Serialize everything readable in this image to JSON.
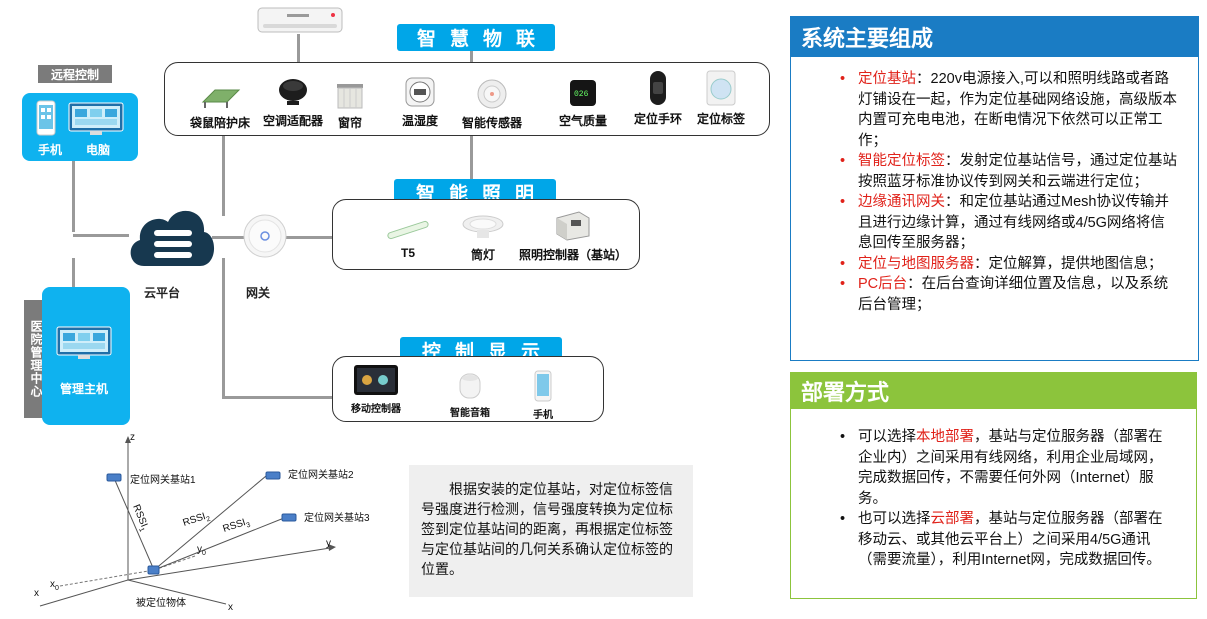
{
  "banners": {
    "smart_iot": "智慧物联",
    "smart_lighting": "智能照明",
    "control_display": "控制显示"
  },
  "remote": {
    "tag": "远程控制",
    "phone": "手机",
    "pc": "电脑"
  },
  "hospital": {
    "tag": "医院管理中心",
    "host": "管理主机"
  },
  "cloud": {
    "label": "云平台"
  },
  "gateway": {
    "label": "网关"
  },
  "iot_devices": [
    {
      "label": "袋鼠陪护床",
      "icon": "bed-icon"
    },
    {
      "label": "空调适配器",
      "icon": "ac-adapter-icon"
    },
    {
      "label": "窗帘",
      "icon": "curtain-icon"
    },
    {
      "label": "温湿度",
      "icon": "thermometer-icon"
    },
    {
      "label": "智能传感器",
      "icon": "sensor-icon"
    },
    {
      "label": "空气质量",
      "icon": "air-quality-icon"
    },
    {
      "label": "定位手环",
      "icon": "wristband-icon"
    },
    {
      "label": "定位标签",
      "icon": "tag-icon"
    }
  ],
  "lighting_devices": [
    {
      "label": "T5",
      "icon": "tube-light-icon"
    },
    {
      "label": "筒灯",
      "icon": "downlight-icon"
    },
    {
      "label": "照明控制器（基站）",
      "icon": "controller-icon"
    }
  ],
  "control_devices": [
    {
      "label": "移动控制器",
      "icon": "tablet-icon"
    },
    {
      "label": "智能音箱",
      "icon": "speaker-icon"
    },
    {
      "label": "手机",
      "icon": "phone-icon"
    }
  ],
  "diagram": {
    "axis_z": "z",
    "axis_y": "y",
    "axis_x": "x",
    "axis_x2": "x",
    "x0": "x",
    "x0_sub": "0",
    "y0": "y",
    "y0_sub": "0",
    "station1": "定位网关基站1",
    "station2": "定位网关基站2",
    "station3": "定位网关基站3",
    "rssi1": "RSSI",
    "rssi1_sub": "1",
    "rssi2": "RSSI",
    "rssi2_sub": "2",
    "rssi3": "RSSI",
    "rssi3_sub": "3",
    "target": "被定位物体"
  },
  "explain_text": "根据安装的定位基站，对定位标签信号强度进行检测，信号强度转换为定位标签到定位基站间的距离，再根据定位标签与定位基站间的几何关系确认定位标签的位置。",
  "system": {
    "title": "系统主要组成",
    "items": [
      {
        "term": "定位基站",
        "desc": "：220v电源接入,可以和照明线路或者路灯铺设在一起，作为定位基础网络设施，高级版本内置可充电电池，在断电情况下依然可以正常工作；"
      },
      {
        "term": "智能定位标签",
        "desc": "：发射定位基站信号，通过定位基站按照蓝牙标准协议传到网关和云端进行定位；"
      },
      {
        "term": "边缘通讯网关",
        "desc": "：和定位基站通过Mesh协议传输并且进行边缘计算，通过有线网络或4/5G网络将信息回传至服务器；"
      },
      {
        "term": "定位与地图服务器",
        "desc": "：定位解算，提供地图信息；"
      },
      {
        "term": "PC后台",
        "desc": "：在后台查询详细位置及信息，以及系统后台管理；"
      }
    ]
  },
  "deploy": {
    "title": "部署方式",
    "items": [
      {
        "pre": "可以选择",
        "term": "本地部署",
        "desc": "，基站与定位服务器（部署在企业内）之间采用有线网络，利用企业局域网，完成数据回传，不需要任何外网（Internet）服务。"
      },
      {
        "pre": "也可以选择",
        "term": "云部署",
        "desc": "，基站与定位服务器（部署在移动云、或其他云平台上）之间采用4/5G通讯（需要流量），利用Internet网，完成数据回传。"
      }
    ]
  },
  "colors": {
    "accent_blue": "#00a6e8",
    "title_blue": "#1a7cc4",
    "title_green": "#8cc43c",
    "highlight_red": "#e0221a",
    "tag_gray": "#7b7b7b"
  }
}
